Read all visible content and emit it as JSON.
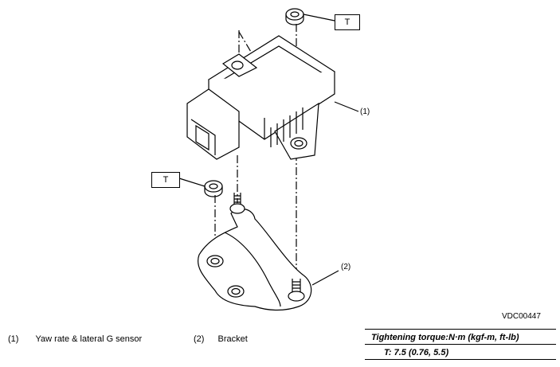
{
  "torque_markers": [
    "T",
    "T"
  ],
  "callouts": [
    "(1)",
    "(2)"
  ],
  "figure_code": "VDC00447",
  "legend": [
    {
      "num": "(1)",
      "label": "Yaw rate & lateral G sensor"
    },
    {
      "num": "(2)",
      "label": "Bracket"
    }
  ],
  "torque_table": {
    "header": "Tightening torque:N·m (kgf-m, ft-lb)",
    "value": "T:   7.5 (0.76, 5.5)"
  }
}
